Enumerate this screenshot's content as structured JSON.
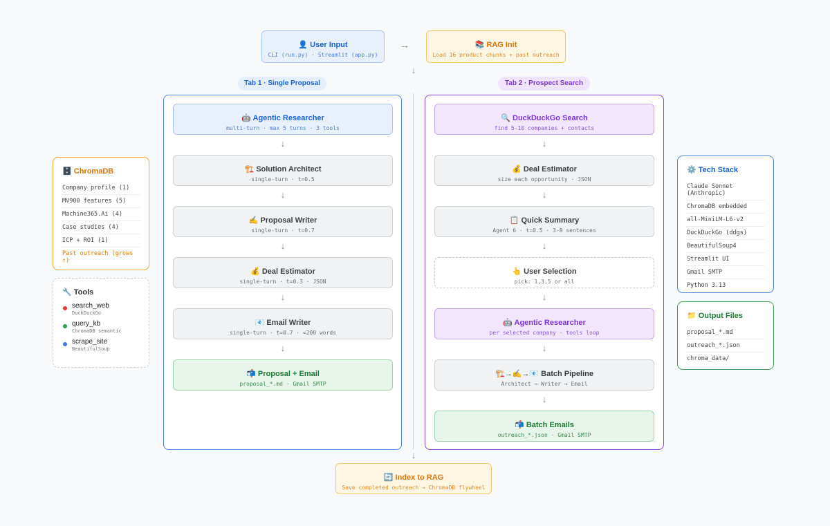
{
  "top": {
    "user_input": {
      "title": "👤 User Input",
      "sub": "CLI (run.py) · Streamlit (app.py)"
    },
    "arrow_right": "→",
    "rag_init": {
      "title": "📚 RAG Init",
      "sub": "Load 16 product chunks + past outreach"
    },
    "arrow_down": "↓"
  },
  "tabs": {
    "tab1": "Tab 1 · Single Proposal",
    "tab2": "Tab 2 · Prospect Search"
  },
  "arrow": "↓",
  "tab1_nodes": [
    {
      "title": "🤖 Agentic Researcher",
      "sub": "multi-turn · max 5 turns · 3 tools"
    },
    {
      "title": "🏗️ Solution Architect",
      "sub": "single-turn · t=0.5"
    },
    {
      "title": "✍️ Proposal Writer",
      "sub": "single-turn · t=0.7"
    },
    {
      "title": "💰 Deal Estimator",
      "sub": "single-turn · t=0.3 · JSON"
    },
    {
      "title": "📧 Email Writer",
      "sub": "single-turn · t=0.7 · <200 words"
    },
    {
      "title": "📬 Proposal + Email",
      "sub": "proposal_*.md · Gmail SMTP"
    }
  ],
  "tab2_nodes": [
    {
      "title": "🔍 DuckDuckGo Search",
      "sub": "find 5-10 companies + contacts"
    },
    {
      "title": "💰 Deal Estimator",
      "sub": "size each opportunity · JSON"
    },
    {
      "title": "📋 Quick Summary",
      "sub": "Agent 6 · t=0.5 · 3-8 sentences"
    },
    {
      "title": "👆 User Selection",
      "sub": "pick: 1,3,5 or all"
    },
    {
      "title": "🤖 Agentic Researcher",
      "sub": "per selected company · tools loop"
    },
    {
      "title": "🏗️→✍️→📧 Batch Pipeline",
      "sub": "Architect → Writer → Email"
    },
    {
      "title": "📬 Batch Emails",
      "sub": "outreach_*.json · Gmail SMTP"
    }
  ],
  "bottom": {
    "title": "🔄 Index to RAG",
    "sub": "Save completed outreach → ChromaDB flywheel"
  },
  "chromadb": {
    "title": "🗄️ ChromaDB",
    "items": [
      "Company profile (1)",
      "MV900 features (5)",
      "Machine365.Ai (4)",
      "Case studies (4)",
      "ICP + ROI (1)"
    ],
    "highlight": "Past outreach (grows ↑)"
  },
  "tools": {
    "title": "🔧 Tools",
    "items": [
      {
        "name": "search_web",
        "desc": "DuckDuckGo",
        "color": "#e53935"
      },
      {
        "name": "query_kb",
        "desc": "ChromaDB semantic",
        "color": "#2e9e48"
      },
      {
        "name": "scrape_site",
        "desc": "BeautifulSoup",
        "color": "#3b78e7"
      }
    ]
  },
  "tech_stack": {
    "title": "⚙️ Tech Stack",
    "items": [
      "Claude Sonnet (Anthropic)",
      "ChromaDB embedded",
      "all-MiniLM-L6-v2",
      "DuckDuckGo (ddgs)",
      "BeautifulSoup4",
      "Streamlit UI",
      "Gmail SMTP",
      "Python 3.13"
    ]
  },
  "output_files": {
    "title": "📁 Output Files",
    "items": [
      "proposal_*.md",
      "outreach_*.json",
      "chroma_data/"
    ]
  },
  "colors": {
    "blue": "#1a63d6",
    "orange": "#d97506",
    "purple": "#7e34d8",
    "green": "#1f7a36",
    "gray": "#3a3d42"
  }
}
